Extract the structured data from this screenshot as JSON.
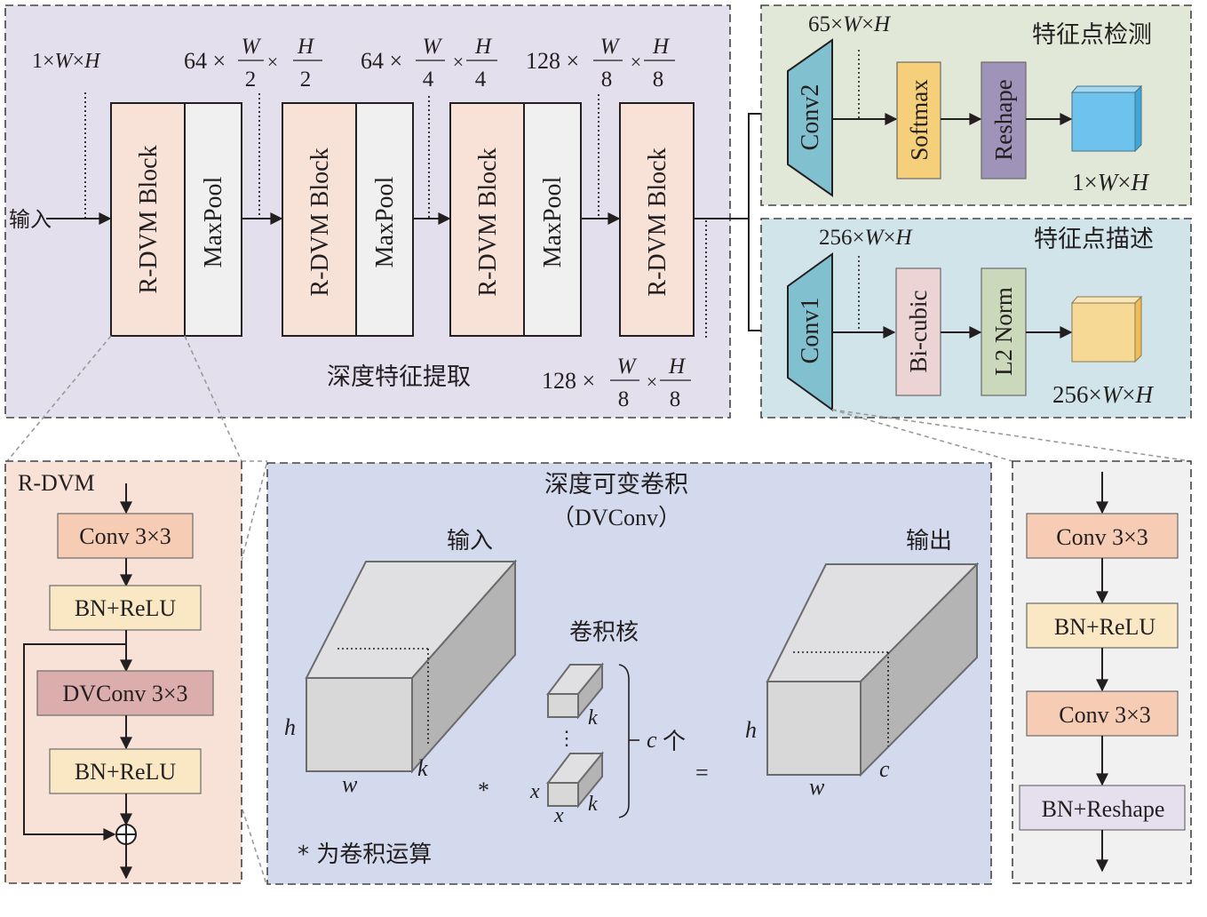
{
  "feature_extraction": {
    "title": "深度特征提取",
    "input_label": "输入",
    "dims": {
      "d0": {
        "prefix": "1×",
        "w": "W",
        "x": "×",
        "h": "H"
      },
      "d1": {
        "prefix": "64 ×",
        "num1": "W",
        "den1": "2",
        "times": "×",
        "num2": "H",
        "den2": "2"
      },
      "d2": {
        "prefix": "64 ×",
        "num1": "W",
        "den1": "4",
        "times": "×",
        "num2": "H",
        "den2": "4"
      },
      "d3": {
        "prefix": "128 ×",
        "num1": "W",
        "den1": "8",
        "times": "×",
        "num2": "H",
        "den2": "8"
      },
      "d4": {
        "prefix": "128 ×",
        "num1": "W",
        "den1": "8",
        "times": "×",
        "num2": "H",
        "den2": "8"
      }
    },
    "blocks": [
      {
        "label": "R-DVM Block",
        "type": "rdvm"
      },
      {
        "label": "MaxPool",
        "type": "pool"
      },
      {
        "label": "R-DVM Block",
        "type": "rdvm"
      },
      {
        "label": "MaxPool",
        "type": "pool"
      },
      {
        "label": "R-DVM Block",
        "type": "rdvm"
      },
      {
        "label": "MaxPool",
        "type": "pool"
      },
      {
        "label": "R-DVM Block",
        "type": "rdvm"
      }
    ]
  },
  "detection": {
    "title": "特征点检测",
    "conv_label": "Conv2",
    "dim_top": "65×W×H",
    "softmax": "Softmax",
    "reshape": "Reshape",
    "dim_out": "1×W×H"
  },
  "description": {
    "title": "特征点描述",
    "conv_label": "Conv1",
    "dim_top": "256×W×H",
    "bicubic": "Bi-cubic",
    "l2norm": "L2 Norm",
    "dim_out": "256×W×H"
  },
  "rdvm_detail": {
    "title": "R-DVM",
    "steps": [
      "Conv 3×3",
      "BN+ReLU",
      "DVConv 3×3",
      "BN+ReLU"
    ],
    "add_symbol": "⊕"
  },
  "dvconv_detail": {
    "title": "深度可变卷积",
    "subtitle": "（DVConv）",
    "input_label": "输入",
    "output_label": "输出",
    "kernel_label": "卷积核",
    "h": "h",
    "w": "w",
    "k": "k",
    "c": "c",
    "x": "x",
    "count_label": "个",
    "star": "*",
    "equals": "=",
    "dots": "⋮",
    "note": "* 为卷积运算"
  },
  "conv1_detail": {
    "steps": [
      "Conv 3×3",
      "BN+ReLU",
      "Conv 3×3",
      "BN+Reshape"
    ]
  },
  "colors": {
    "extract_bg": "#e4dfec",
    "detect_bg": "#e1e8d8",
    "describe_bg": "#d0e4ea",
    "rdvm_bg": "#f8e1d6",
    "dvconv_bg": "#d3daed",
    "conv1_bg": "#f1f1f1",
    "rdvm_block": "#f8e1d6",
    "pool_block": "#f0f0f0",
    "conv_trap": "#81c1cf",
    "softmax": "#f5cf7a",
    "reshape": "#9f93b9",
    "bicubic": "#ecd3d4",
    "l2norm": "#cad9b9",
    "cube_blue": "#6ec3ee",
    "cube_yellow": "#f6d994",
    "conv_box": "#f6cdb4",
    "bn_box": "#fae8c5",
    "dvconv_box": "#dbadad",
    "bnreshape_box": "#e6e0ee"
  }
}
